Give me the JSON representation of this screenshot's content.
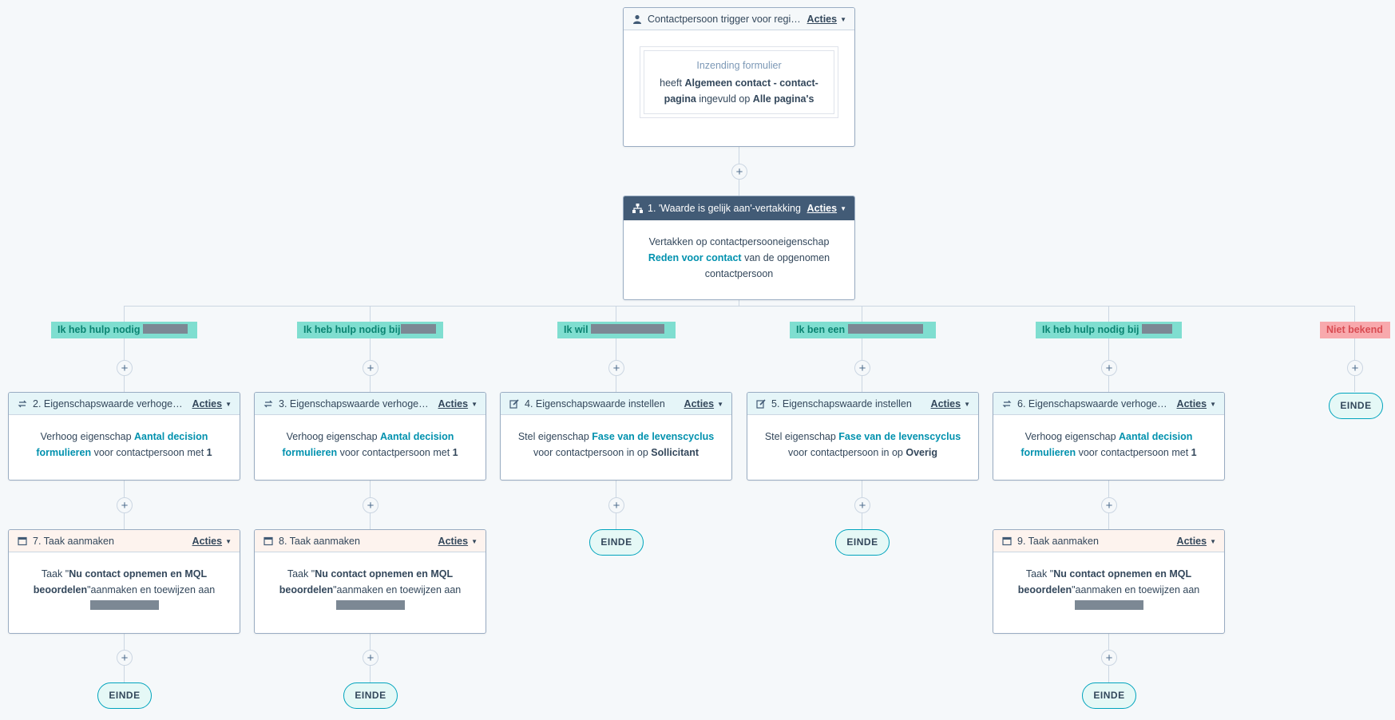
{
  "trigger": {
    "title": "Contactpersoon trigger voor regis...",
    "actions": "Acties",
    "form_heading": "Inzending formulier",
    "t1": "heeft",
    "b1": "Algemeen contact - contact-pagina",
    "t2": "ingevuld op",
    "b2": "Alle pagina's"
  },
  "branch": {
    "title": "1. 'Waarde is gelijk aan'-vertakking",
    "actions": "Acties",
    "t1": "Vertakken op contactpersooneigenschap",
    "link": "Reden voor contact",
    "t2": "van de opgenomen contactpersoon"
  },
  "labels": [
    {
      "text": "Ik heb hulp nodig"
    },
    {
      "text": "Ik heb hulp nodig bij"
    },
    {
      "text": "Ik wil"
    },
    {
      "text": "Ik ben een"
    },
    {
      "text": "Ik heb hulp nodig bij"
    },
    {
      "text": "Niet bekend"
    }
  ],
  "actions": [
    {
      "title": "2. Eigenschapswaarde verhogen o...",
      "actions": "Acties",
      "t1": "Verhoog eigenschap",
      "link": "Aantal decision formulieren",
      "t2": "voor contactpersoon met",
      "b": "1"
    },
    {
      "title": "3. Eigenschapswaarde verhogen o...",
      "actions": "Acties",
      "t1": "Verhoog eigenschap",
      "link": "Aantal decision formulieren",
      "t2": "voor contactpersoon met",
      "b": "1"
    },
    {
      "title": "4. Eigenschapswaarde instellen",
      "actions": "Acties",
      "t1": "Stel eigenschap",
      "link": "Fase van de levenscyclus",
      "t2": "voor contactpersoon in op",
      "b": "Sollicitant"
    },
    {
      "title": "5. Eigenschapswaarde instellen",
      "actions": "Acties",
      "t1": "Stel eigenschap",
      "link": "Fase van de levenscyclus",
      "t2": "voor contactpersoon in op",
      "b": "Overig"
    },
    {
      "title": "6. Eigenschapswaarde verhogen o...",
      "actions": "Acties",
      "t1": "Verhoog eigenschap",
      "link": "Aantal decision formulieren",
      "t2": "voor contactpersoon met",
      "b": "1"
    }
  ],
  "tasks": [
    {
      "title": "7. Taak aanmaken",
      "actions": "Acties",
      "t1": "Taak \"",
      "b": "Nu contact opnemen en MQL beoordelen",
      "t2": "\"aanmaken en toewijzen aan"
    },
    {
      "title": "8. Taak aanmaken",
      "actions": "Acties",
      "t1": "Taak \"",
      "b": "Nu contact opnemen en MQL beoordelen",
      "t2": "\"aanmaken en toewijzen aan"
    },
    {
      "title": "9. Taak aanmaken",
      "actions": "Acties",
      "t1": "Taak \"",
      "b": "Nu contact opnemen en MQL beoordelen",
      "t2": "\"aanmaken en toewijzen aan"
    }
  ],
  "einde": "EINDE",
  "plus": "+"
}
